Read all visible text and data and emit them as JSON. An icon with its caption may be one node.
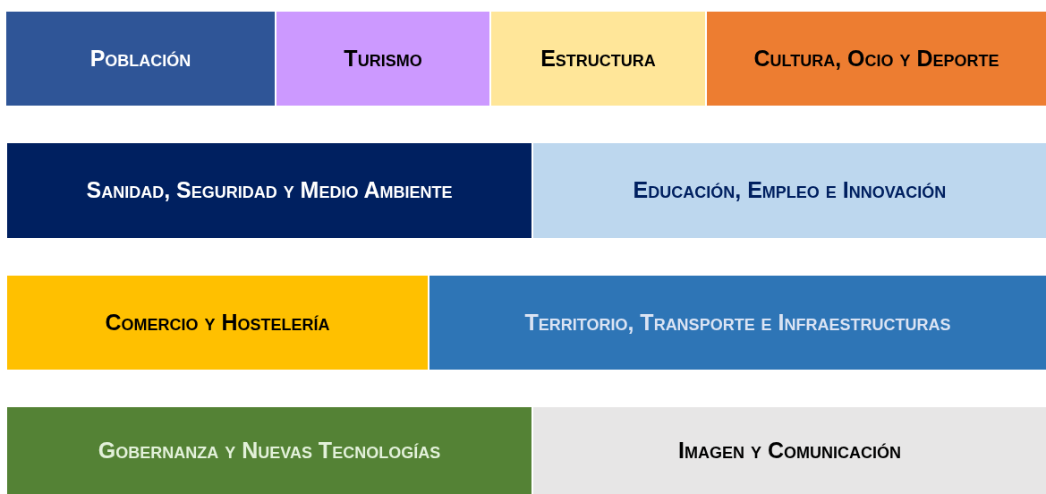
{
  "diagram": {
    "nodes": [
      {
        "text": [
          "Población"
        ]
      },
      {
        "text": [
          "Turismo"
        ]
      },
      {
        "text": [
          "Estructura"
        ]
      },
      {
        "text": [
          "Cultura, Ocio y Deporte"
        ]
      },
      {
        "text": [
          "Sanidad, Seguridad y Medio Ambiente"
        ]
      },
      {
        "text": [
          "Educación, Empleo e Innovación"
        ]
      },
      {
        "text": [
          "Comercio y Hostelería"
        ]
      },
      {
        "text": [
          "Territorio, Transporte e Infraestructuras"
        ]
      },
      {
        "text": [
          "Gobernanza y Nuevas Tecnologías"
        ]
      },
      {
        "text": [
          "Imagen y Comunicación"
        ]
      }
    ]
  }
}
